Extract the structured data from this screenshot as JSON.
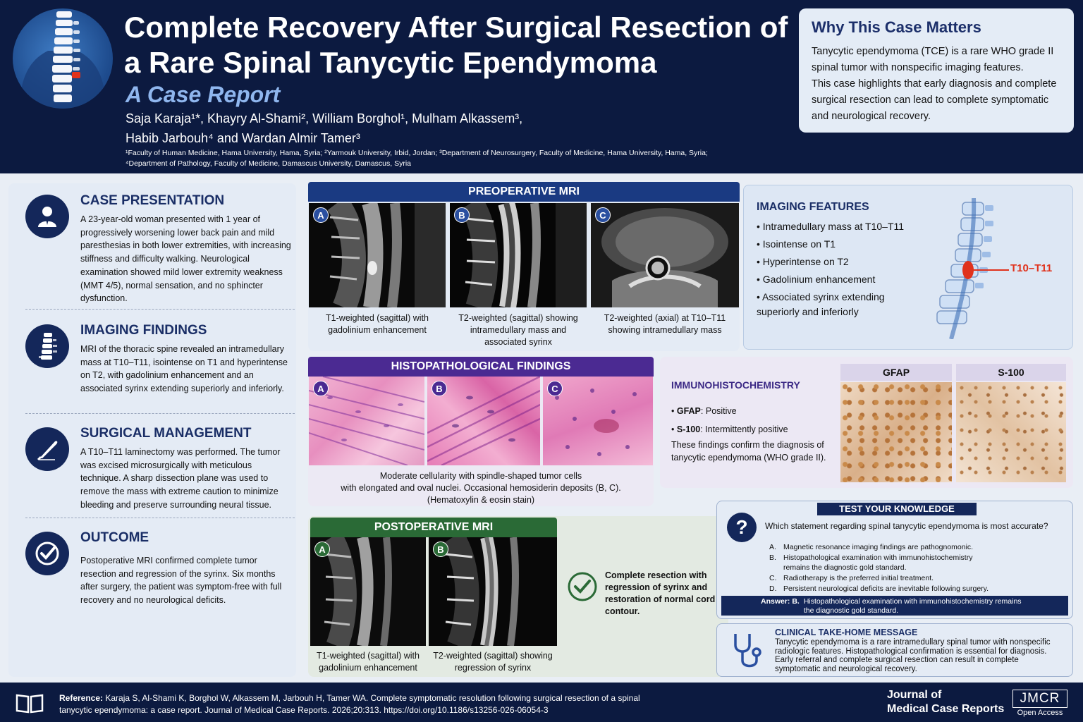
{
  "header": {
    "title": "Complete Recovery After Surgical Resection of a Rare Spinal Tanycytic Ependymoma",
    "subtitle": "A Case Report",
    "authors_line1": "Saja Karaja¹*, Khayry Al-Shami², William Borghol¹, Mulham Alkassem³,",
    "authors_line2": "Habib Jarbouh⁴ and Wardan Almir Tamer³",
    "affil_line1": "¹Faculty of Human Medicine, Hama University, Hama, Syria; ²Yarmouk University, Irbid, Jordan; ³Department of Neurosurgery, Faculty of Medicine, Hama University, Hama, Syria;",
    "affil_line2": "⁴Department of Pathology, Faculty of Medicine, Damascus University, Damascus, Syria"
  },
  "why": {
    "title": "Why This Case Matters",
    "p1": "Tanycytic ependymoma (TCE) is a rare WHO grade II spinal tumor with nonspecific imaging features.",
    "p2": "This case highlights that early diagnosis and complete surgical resection can lead to complete symptomatic and neurological recovery."
  },
  "sections": {
    "case": {
      "title": "CASE PRESENTATION",
      "text": "A 23-year-old woman presented with 1 year of progressively worsening lower back pain and mild paresthesias in both lower extremities, with increasing stiffness and difficulty walking. Neurological examination showed mild lower extremity weakness (MMT 4/5), normal sensation, and no sphincter dysfunction."
    },
    "imaging": {
      "title": "IMAGING FINDINGS",
      "text": "MRI of the thoracic spine revealed an intramedullary mass at T10–T11, isointense on T1 and hyperintense on T2, with gadolinium enhancement and an associated syrinx extending superiorly and inferiorly."
    },
    "surgical": {
      "title": "SURGICAL MANAGEMENT",
      "text": "A T10–T11 laminectomy was performed. The tumor was excised microsurgically with meticulous technique. A sharp dissection plane was used to remove the mass with extreme caution to minimize bleeding and preserve surrounding neural tissue."
    },
    "outcome": {
      "title": "OUTCOME",
      "text": "Postoperative MRI confirmed complete tumor resection and regression of the syrinx. Six months after surgery, the patient was symptom-free with full recovery and no neurological deficits."
    }
  },
  "preop": {
    "title": "PREOPERATIVE MRI",
    "images": [
      {
        "label": "A",
        "caption": "T1-weighted (sagittal) with gadolinium enhancement"
      },
      {
        "label": "B",
        "caption": "T2-weighted (sagittal) showing intramedullary mass and associated syrinx"
      },
      {
        "label": "C",
        "caption": "T2-weighted (axial) at T10–T11 showing intramedullary mass"
      }
    ]
  },
  "imaging_features": {
    "title": "IMAGING FEATURES",
    "items": [
      "Intramedullary mass at T10–T11",
      "Isointense on T1",
      "Hyperintense on T2",
      "Gadolinium enhancement",
      "Associated syrinx extending superiorly and inferiorly"
    ],
    "level_label": "T10–T11"
  },
  "histo": {
    "title": "HISTOPATHOLOGICAL FINDINGS",
    "labels": [
      "A",
      "B",
      "C"
    ],
    "caption_line1": "Moderate cellularity with spindle-shaped tumor cells",
    "caption_line2": "with elongated and oval nuclei. Occasional hemosiderin deposits (B, C).",
    "caption_line3": "(Hematoxylin & eosin stain)"
  },
  "ihc": {
    "title": "IMMUNOHISTOCHEMISTRY",
    "gfap_label": "GFAP",
    "gfap_value": ": Positive",
    "s100_label": "S-100",
    "s100_value": ": Intermittently positive",
    "conclusion": "These findings confirm the diagnosis of tanycytic ependymoma (WHO grade II).",
    "stain1": "GFAP",
    "stain2": "S-100"
  },
  "postop": {
    "title": "POSTOPERATIVE MRI",
    "images": [
      {
        "label": "A",
        "caption": "T1-weighted (sagittal) with gadolinium enhancement"
      },
      {
        "label": "B",
        "caption": "T2-weighted (sagittal) showing regression of syrinx"
      }
    ],
    "result": "Complete resection with regression of syrinx and restoration of normal cord contour."
  },
  "quiz": {
    "title": "TEST YOUR KNOWLEDGE",
    "question": "Which statement regarding spinal tanycytic ependymoma is most accurate?",
    "options": [
      {
        "letter": "A.",
        "text": "Magnetic resonance imaging findings are pathognomonic."
      },
      {
        "letter": "B.",
        "text": "Histopathological examination with immunohistochemistry remains the diagnostic gold standard."
      },
      {
        "letter": "C.",
        "text": "Radiotherapy is the preferred initial treatment."
      },
      {
        "letter": "D.",
        "text": "Persistent neurological deficits are inevitable following surgery."
      }
    ],
    "answer_label": "Answer: B.",
    "answer_text": "Histopathological examination with immunohistochemistry remains the diagnostic gold standard."
  },
  "takehome": {
    "title": "CLINICAL TAKE-HOME MESSAGE",
    "text": "Tanycytic ependymoma is a rare intramedullary spinal tumor with nonspecific radiologic features. Histopathological confirmation is essential for diagnosis. Early referral and complete surgical resection can result in complete symptomatic and neurological recovery."
  },
  "footer": {
    "ref_label": "Reference:",
    "ref_text": "Karaja S, Al-Shami K, Borghol W, Alkassem M, Jarbouh H, Tamer WA. Complete symptomatic resolution following surgical resection of a spinal tanycytic ependymoma: a case report. Journal of Medical Case Reports. 2026;20:313. https://doi.org/10.1186/s13256-026-06054-3",
    "journal_line1": "Journal of",
    "journal_line2": "Medical Case Reports",
    "logo_text": "JMCR",
    "open_access": "Open Access"
  },
  "colors": {
    "navy": "#0c1a40",
    "preop_header": "#1a3a82",
    "histo_header": "#4b2a92",
    "postop_header": "#2a6a36",
    "level_red": "#e0321c"
  }
}
